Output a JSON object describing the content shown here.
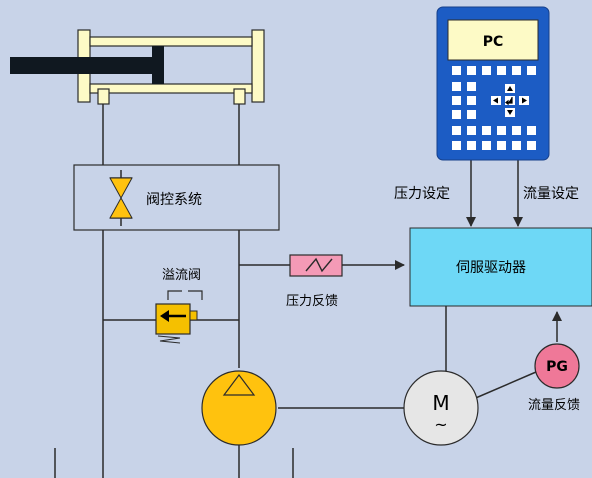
{
  "labels": {
    "valve_system": "阀控系统",
    "relief_valve": "溢流阀",
    "pressure_feedback": "压力反馈",
    "servo_driver": "伺服驱动器",
    "pressure_setting": "压力设定",
    "flow_setting": "流量设定",
    "pc": "PC",
    "motor_symbol": "M",
    "motor_tilde": "~",
    "pg": "PG",
    "flow_feedback": "流量反馈"
  },
  "colors": {
    "background": "#c8d3e8",
    "line": "#2b2b2b",
    "cylinder_fill": "#fdfac6",
    "rod": "#101820",
    "controller_body": "#1c5cc4",
    "controller_screen": "#fdfac6",
    "key": "#ffffff",
    "driver_fill": "#6ed8f6",
    "pump_fill": "#ffc20e",
    "relief_fill": "#f5c000",
    "pressure_sensor_fill": "#f49ab6",
    "pg_fill": "#ef7898",
    "motor_fill": "#e6e6e6"
  }
}
